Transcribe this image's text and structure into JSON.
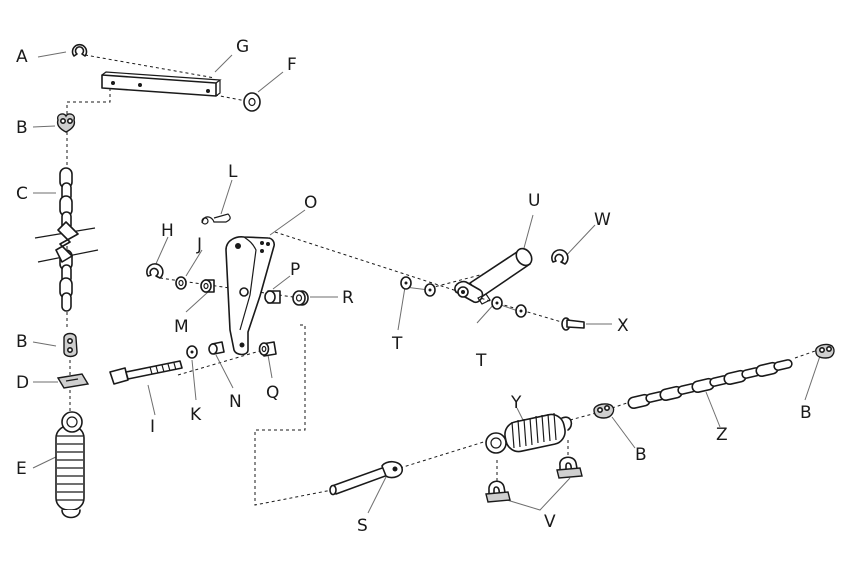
{
  "diagram": {
    "labels": {
      "A": "A",
      "B1": "B",
      "B2": "B",
      "B3": "B",
      "B4": "B",
      "C": "C",
      "D": "D",
      "E": "E",
      "F": "F",
      "G": "G",
      "H": "H",
      "I": "I",
      "J": "J",
      "K": "K",
      "L": "L",
      "M": "M",
      "N": "N",
      "O": "O",
      "P": "P",
      "Q": "Q",
      "R": "R",
      "S": "S",
      "T1": "T",
      "T2": "T",
      "U": "U",
      "V": "V",
      "W": "W",
      "X": "X",
      "Y": "Y",
      "Z": "Z"
    }
  }
}
